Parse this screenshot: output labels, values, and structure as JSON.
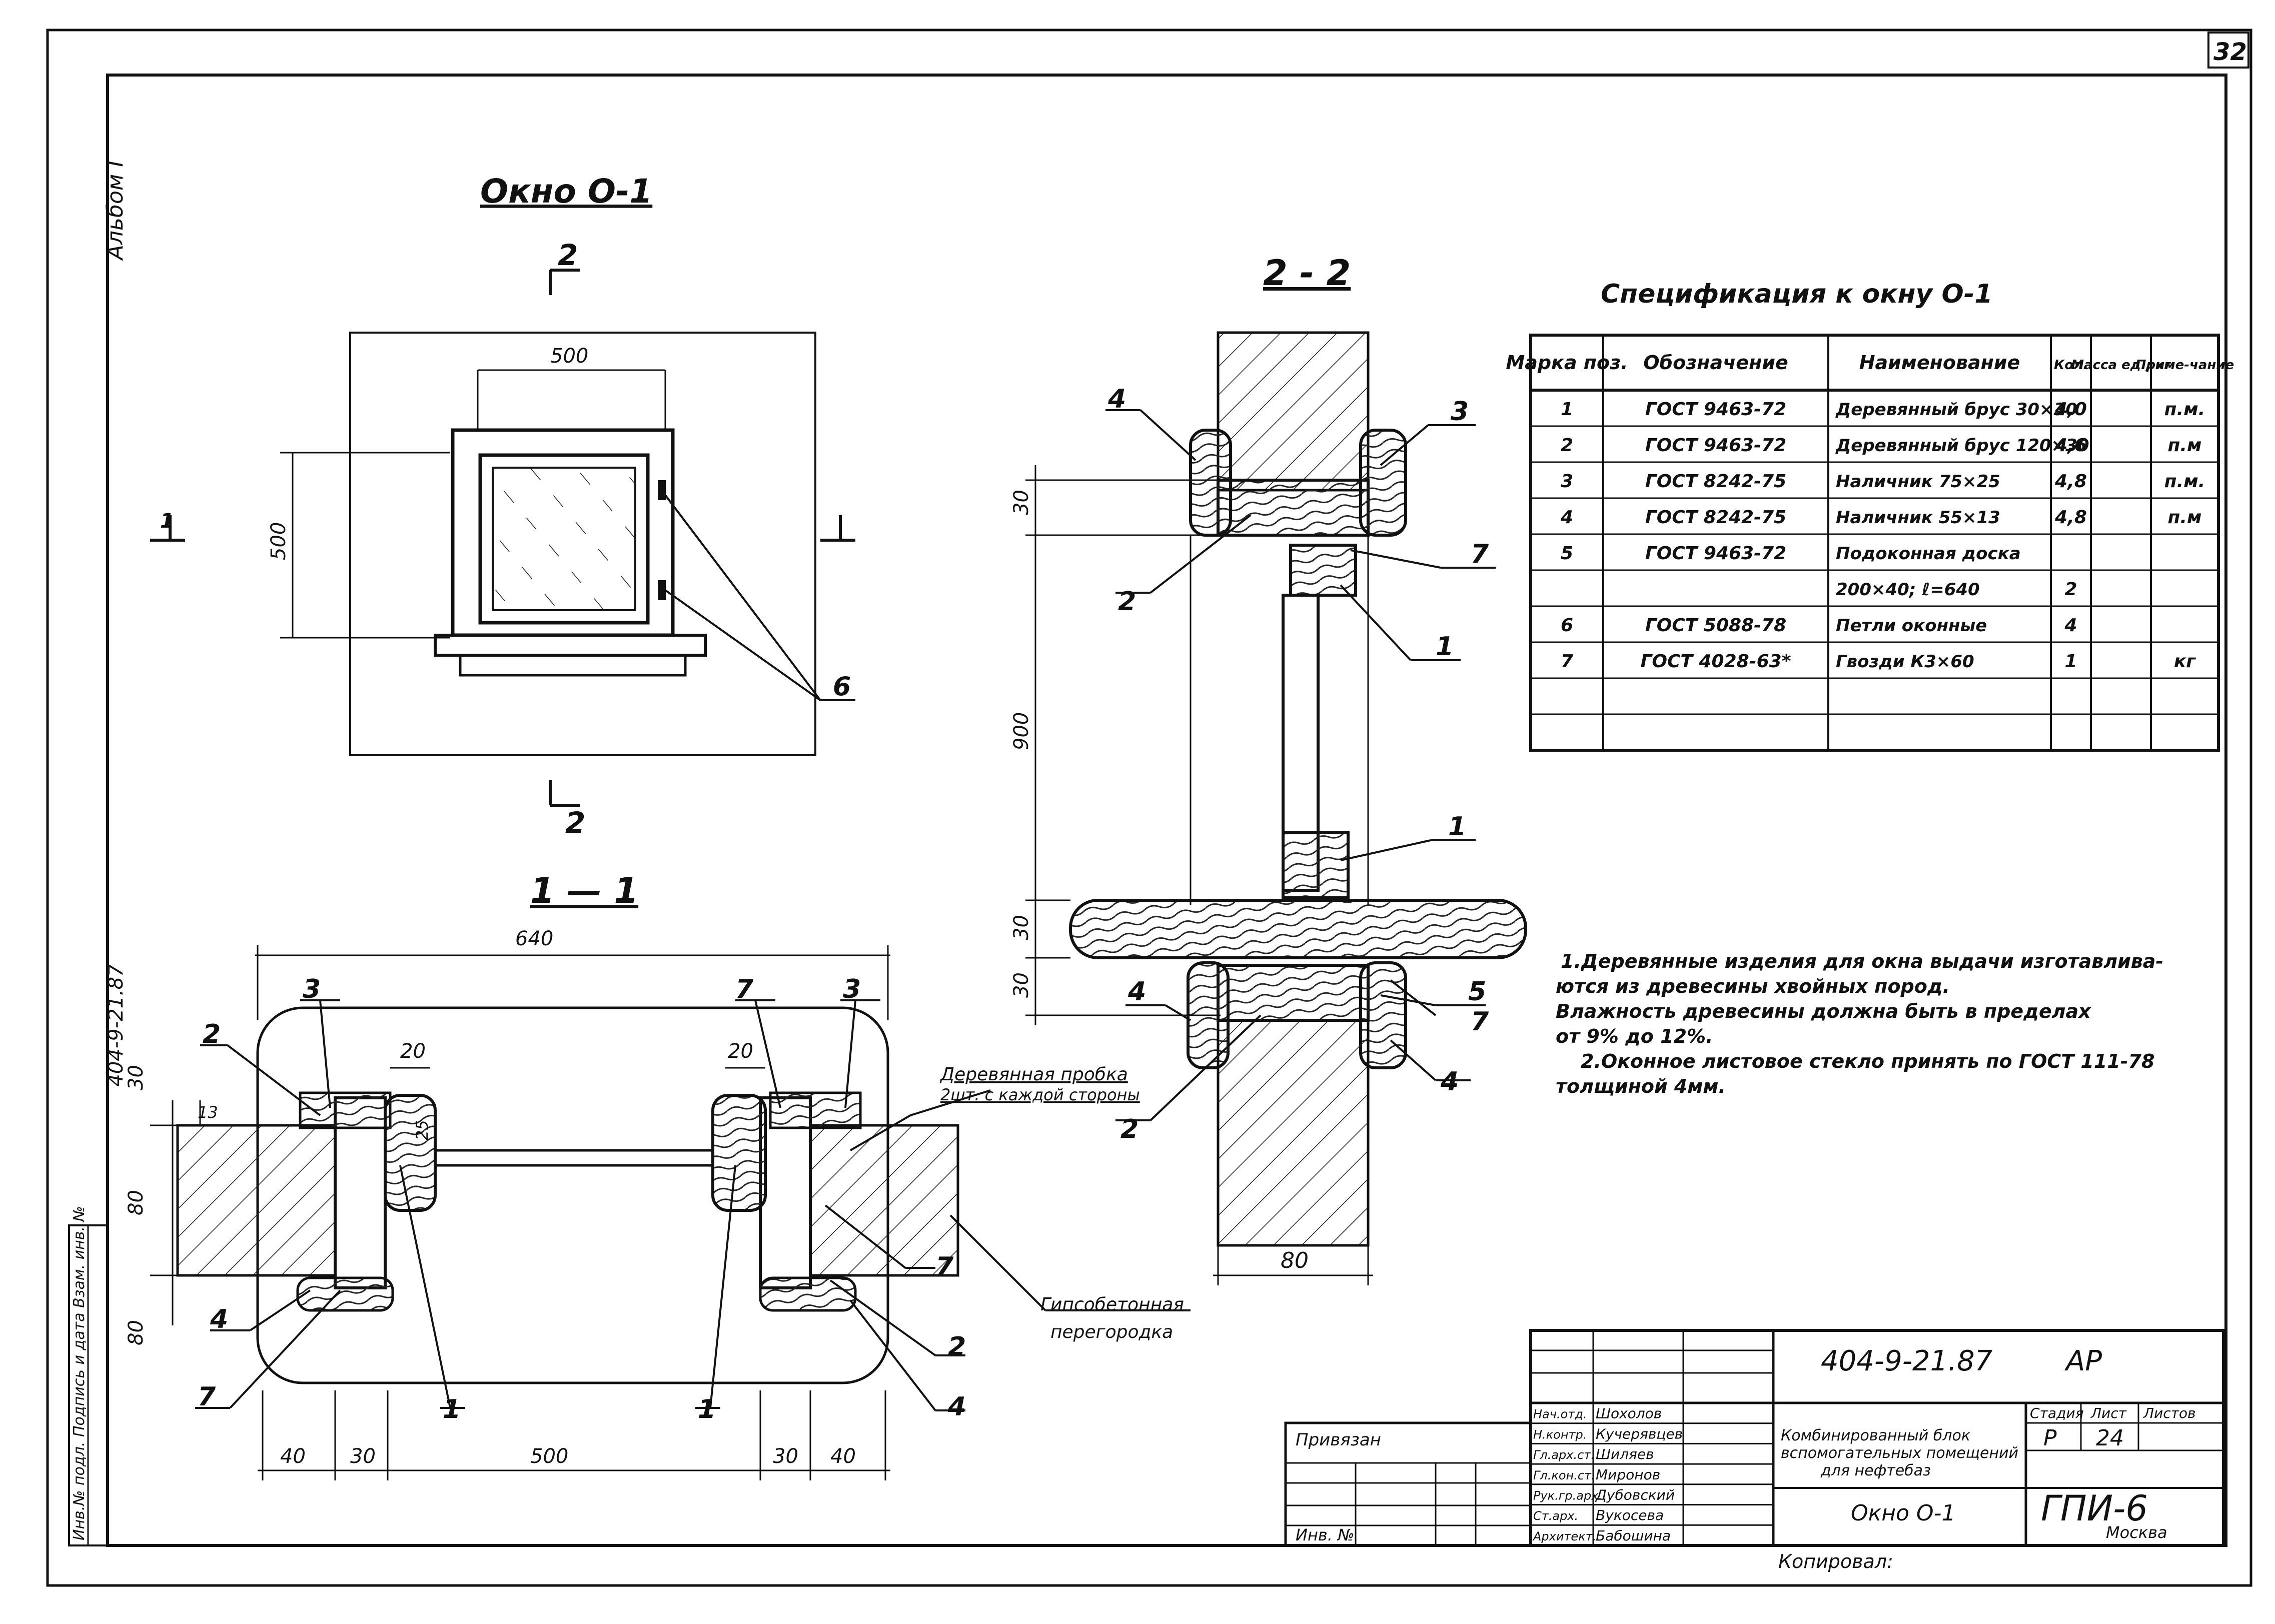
{
  "sheet": {
    "page_number": "32",
    "side_label": "Альбом I",
    "side_code": "404-9-21.87"
  },
  "views": {
    "window_title": "Окно О-1",
    "section_22_title": "2 - 2",
    "section_11_title": "1 — 1",
    "marker_2_top": "2",
    "marker_2_bottom": "2",
    "marker_1": "1",
    "dims_elevation": {
      "width": "500",
      "height": "500"
    },
    "dims_plan": {
      "overall": "640",
      "d40a": "40",
      "d30a": "30",
      "d500": "500",
      "d30b": "30",
      "d40b": "40",
      "d20a": "20",
      "d20b": "20",
      "d30": "30",
      "d80a": "80",
      "d80b": "80",
      "d13": "13",
      "d25": "25"
    },
    "dims_section22": {
      "d30a": "30",
      "d900": "900",
      "d30b": "30",
      "d30c": "30",
      "d80": "80"
    },
    "callout_text_1": "Деревянная пробка",
    "callout_text_2": "2шт. с каждой стороны",
    "partition_text_1": "Гипсобетонная",
    "partition_text_2": "перегородка"
  },
  "spec": {
    "title": "Спецификация к окну О-1",
    "headers": [
      "Марка поз.",
      "Обозначение",
      "Наименование",
      "Кол.",
      "Масса ед., кг",
      "Приме-чание"
    ],
    "rows": [
      [
        "1",
        "ГОСТ 9463-72",
        "Деревянный брус 30×30",
        "4,0",
        "",
        "п.м."
      ],
      [
        "2",
        "ГОСТ 9463-72",
        "Деревянный брус 120×30",
        "4,6",
        "",
        "п.м"
      ],
      [
        "3",
        "ГОСТ 8242-75",
        "Наличник 75×25",
        "4,8",
        "",
        "п.м."
      ],
      [
        "4",
        "ГОСТ 8242-75",
        "Наличник 55×13",
        "4,8",
        "",
        "п.м"
      ],
      [
        "5",
        "ГОСТ 9463-72",
        "Подоконная доска",
        "",
        "",
        ""
      ],
      [
        "",
        "",
        "200×40; ℓ=640",
        "2",
        "",
        ""
      ],
      [
        "6",
        "ГОСТ 5088-78",
        "Петли оконные",
        "4",
        "",
        ""
      ],
      [
        "7",
        "ГОСТ 4028-63*",
        "Гвозди К3×60",
        "1",
        "",
        "кг"
      ],
      [
        "",
        "",
        "",
        "",
        "",
        ""
      ],
      [
        "",
        "",
        "",
        "",
        "",
        ""
      ]
    ]
  },
  "notes": [
    "1.Деревянные изделия для окна выдачи изготавлива-",
    "ются из древесины хвойных пород.",
    "Влажность древесины должна быть в пределах",
    "от 9% до 12%.",
    "2.Оконное листовое стекло принять по ГОСТ 111-78",
    "толщиной 4мм."
  ],
  "title_block": {
    "code": "404-9-21.87",
    "section": "АР",
    "privyazan": "Привязан",
    "inv_label": "Инв. №",
    "roles": [
      "Нач.отд.",
      "Н.контр.",
      "Гл.арх.ст.",
      "Гл.кон.ст.",
      "Рук.гр.арх.",
      "Ст.арх.",
      "Архитект."
    ],
    "names": [
      "Шохолов",
      "Кучерявцев",
      "Шиляев",
      "Миронов",
      "Дубовский",
      "Вукосева",
      "Бабошина"
    ],
    "project_1": "Комбинированный блок",
    "project_2": "вспомогательных помещений",
    "project_3": "для нефтебаз",
    "sheet_name": "Окно О-1",
    "stage_label": "Стадия",
    "sheet_label": "Лист",
    "sheets_label": "Листов",
    "stage": "Р",
    "sheet_no": "24",
    "org": "ГПИ-6",
    "city": "Москва",
    "copied": "Копировал:",
    "side_stamp": "Инв.№ подл.  Подпись и дата  Взам. инв. №"
  }
}
